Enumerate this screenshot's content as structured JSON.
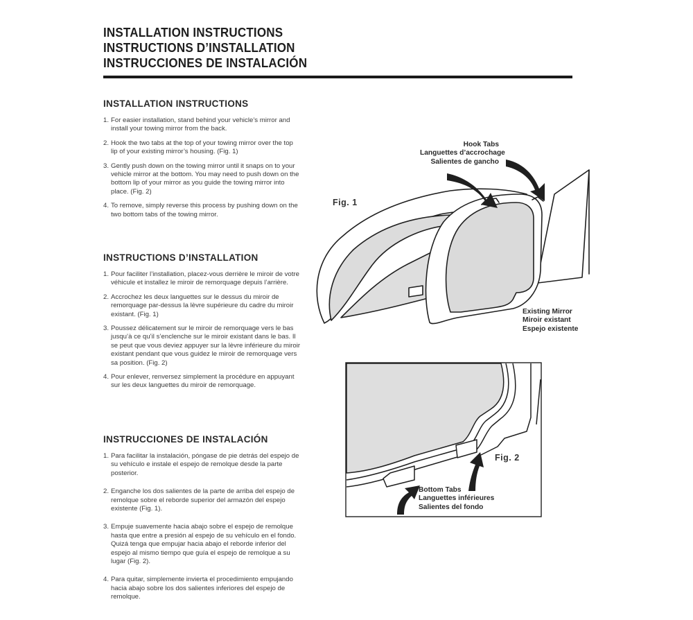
{
  "header": {
    "titles": [
      "INSTALLATION INSTRUCTIONS",
      "INSTRUCTIONS D’INSTALLATION",
      "INSTRUCCIONES DE INSTALACIÓN"
    ]
  },
  "sections": {
    "en": {
      "heading": "INSTALLATION INSTRUCTIONS",
      "steps": [
        {
          "num": "1.",
          "text": "For easier installation, stand behind your vehicle’s mirror and install your towing mirror from the back."
        },
        {
          "num": "2.",
          "text": "Hook the two tabs at the top of your towing mirror over the top lip of your existing mirror’s housing. (Fig. 1)"
        },
        {
          "num": "3.",
          "text": "Gently push down on the towing mirror until it snaps on to your vehicle mirror at the bottom. You may need to push down on the bottom lip of your mirror as you guide the towing mirror into place. (Fig. 2)"
        },
        {
          "num": "4.",
          "text": "To remove, simply reverse this process by pushing down on the two bottom tabs of the towing mirror."
        }
      ]
    },
    "fr": {
      "heading": "INSTRUCTIONS D’INSTALLATION",
      "steps": [
        {
          "num": "1.",
          "text": "Pour faciliter l’installation, placez-vous derrière le miroir de votre véhicule et installez le miroir de remorquage depuis l’arrière."
        },
        {
          "num": "2.",
          "text": "Accrochez les deux languettes sur le dessus du miroir de remorquage par-dessus la lèvre supérieure du cadre du miroir existant. (Fig. 1)"
        },
        {
          "num": "3.",
          "text": "Poussez délicatement sur le miroir de remorquage vers le bas jusqu’à ce qu’il s’enclenche sur le miroir existant dans le bas. Il se peut que vous deviez appuyer sur la lèvre inférieure du miroir existant pendant que vous guidez le miroir de remorquage vers sa position. (Fig. 2)"
        },
        {
          "num": "4.",
          "text": "Pour enlever, renversez simplement la procédure en appuyant sur les deux languettes du miroir de remorquage."
        }
      ]
    },
    "es": {
      "heading": "INSTRUCCIONES DE INSTALACIÓN",
      "steps": [
        {
          "num": "1.",
          "text": "Para facilitar la instalación, póngase de pie detrás del espejo de su vehículo e instale el espejo de remolque desde la parte posterior."
        },
        {
          "num": "2.",
          "text": "Enganche los dos salientes de la parte de arriba del espejo de remolque sobre el reborde superior del armazón del espejo existente (Fig. 1)."
        },
        {
          "num": "3.",
          "text": "Empuje suavemente hacia abajo sobre el espejo de remolque hasta que entre a presión al espejo de su vehículo en el fondo. Quizá tenga que empujar hacia abajo el reborde inferior del espejo al mismo tiempo que guía el espejo de remolque a su lugar (Fig. 2)."
        },
        {
          "num": "4.",
          "text": "Para quitar, simplemente invierta el procedimiento empujando hacia abajo sobre los dos salientes inferiores del espejo de remolque."
        }
      ]
    }
  },
  "figure1": {
    "label": "Fig. 1",
    "hook_tabs": [
      "Hook Tabs",
      "Languettes d’accrochage",
      "Salientes de gancho"
    ],
    "existing_mirror": [
      "Existing Mirror",
      "Miroir existant",
      "Espejo existente"
    ]
  },
  "figure2": {
    "label": "Fig. 2",
    "bottom_tabs": [
      "Bottom Tabs",
      "Languettes inférieures",
      "Salientes del fondo"
    ]
  },
  "colors": {
    "line": "#1f1f1f",
    "mirror_glass": "#dcdcdc",
    "rule": "#1a1a1a"
  }
}
